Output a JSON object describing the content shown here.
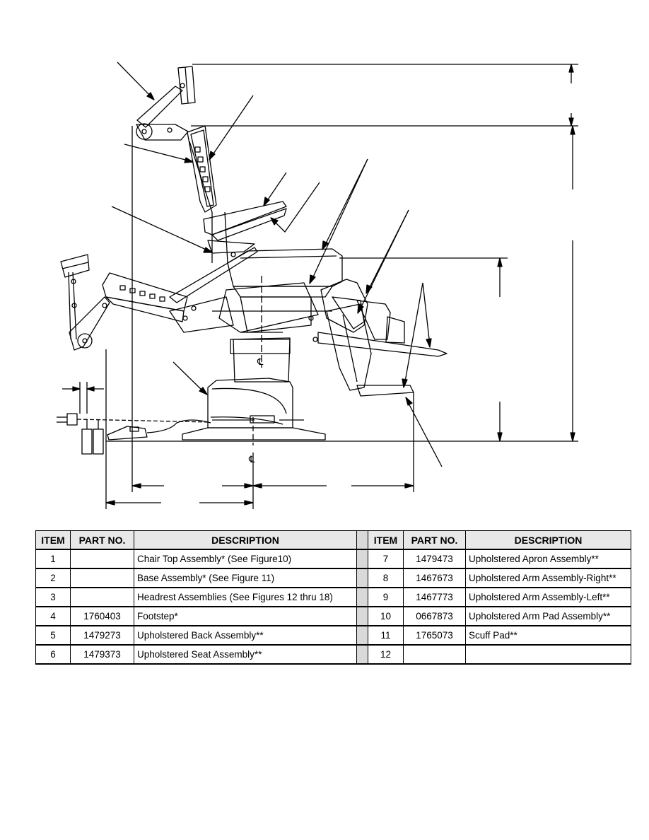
{
  "table": {
    "headers": [
      "ITEM",
      "PART NO.",
      "DESCRIPTION",
      "ITEM",
      "PART NO.",
      "DESCRIPTION"
    ],
    "rows": [
      {
        "item_l": "1",
        "part_l": "",
        "desc_l": "Chair Top Assembly* (See Figure10)",
        "item_r": "7",
        "part_r": "1479473",
        "desc_r": "Upholstered Apron Assembly**"
      },
      {
        "item_l": "2",
        "part_l": "",
        "desc_l": "Base Assembly* (See Figure 11)",
        "item_r": "8",
        "part_r": "1467673",
        "desc_r": "Upholstered Arm Assembly-Right**"
      },
      {
        "item_l": "3",
        "part_l": "",
        "desc_l": "Headrest Assemblies (See Figures 12 thru 18)",
        "item_r": "9",
        "part_r": "1467773",
        "desc_r": "Upholstered Arm Assembly-Left**"
      },
      {
        "item_l": "4",
        "part_l": "1760403",
        "desc_l": "Footstep*",
        "item_r": "10",
        "part_r": "0667873",
        "desc_r": "Upholstered Arm Pad Assembly**"
      },
      {
        "item_l": "5",
        "part_l": "1479273",
        "desc_l": "Upholstered Back Assembly**",
        "item_r": "11",
        "part_r": "1765073",
        "desc_r": "Scuff Pad**"
      },
      {
        "item_l": "6",
        "part_l": "1479373",
        "desc_l": "Upholstered Seat Assembly**",
        "item_r": "12",
        "part_r": "",
        "desc_r": ""
      }
    ]
  },
  "drawing": {
    "centerline_symbol": "℄"
  }
}
